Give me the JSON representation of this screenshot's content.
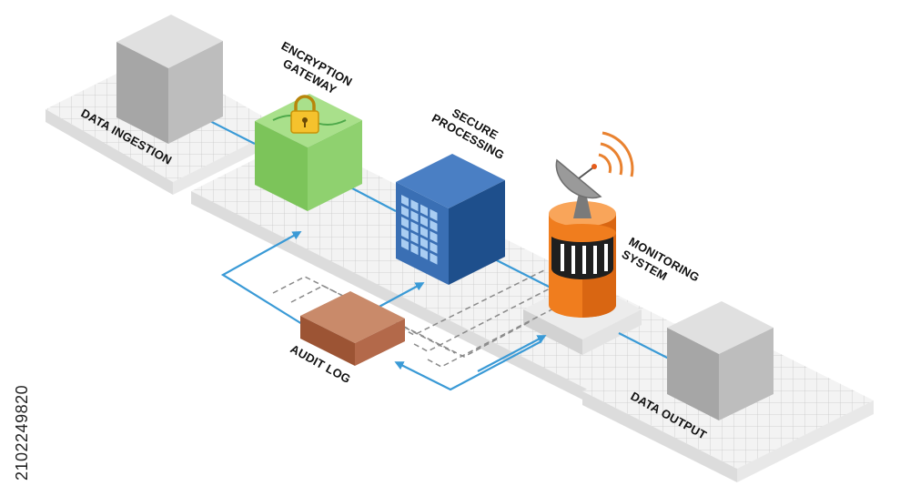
{
  "nodes": {
    "data_ingestion": "DATA INGESTION",
    "encryption_gateway": [
      "ENCRYPTION",
      "GATEWAY"
    ],
    "secure_processing": [
      "SECURE",
      "PROCESSING"
    ],
    "monitoring_system": [
      "MONITORING",
      "SYSTEM"
    ],
    "audit_log": "AUDIT LOG",
    "data_output": "DATA OUTPUT"
  },
  "stock_id": "2102249820",
  "colors": {
    "flow_line": "#3a9ad6",
    "gateway_block": "#8fd16f",
    "processing_block": "#2f63a8",
    "monitor_tower": "#f07d1e",
    "audit_block": "#b36b49",
    "grey_block": "#c4c4c4",
    "grid_platform": "#f2f2f2"
  },
  "icons": {
    "gateway": "padlock-icon",
    "monitor": "satellite-dish-icon"
  }
}
